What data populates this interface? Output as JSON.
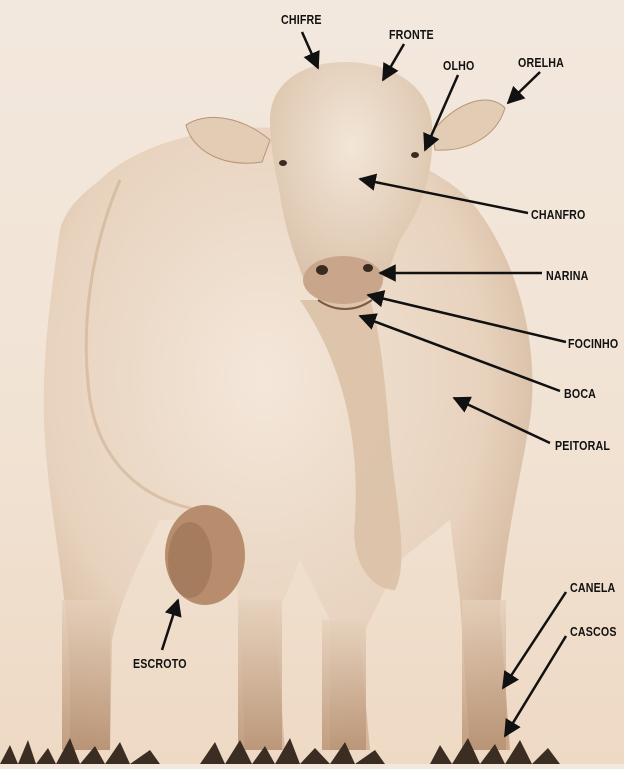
{
  "diagram": {
    "subject": "bull-anatomy",
    "labels": {
      "chifre": "CHIFRE",
      "fronte": "FRONTE",
      "olho": "OLHO",
      "orelha": "ORELHA",
      "chanfro": "CHANFRO",
      "narina": "NARINA",
      "focinho": "FOCINHO",
      "boca": "BOCA",
      "peitoral": "PEITORAL",
      "escroto": "ESCROTO",
      "canela": "CANELA",
      "cascos": "CASCOS"
    },
    "colors": {
      "background": "#f2e5d8",
      "body": "#e9d6c2",
      "shadow": "#c9a788",
      "grass": "#3b2d22",
      "text": "#111111"
    }
  }
}
